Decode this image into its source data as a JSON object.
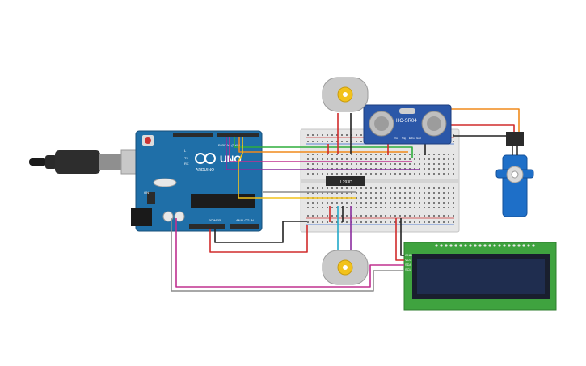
{
  "arduino": {
    "brand": "ARDUINO",
    "model": "UNO",
    "digital_label": "DIGITAL (PWM~)",
    "power_label": "POWER",
    "analog_label": "ANALOG IN",
    "tx_label": "TX",
    "rx_label": "RX",
    "l_label": "L",
    "on_label": "ON"
  },
  "driver_chip": {
    "label": "L293D"
  },
  "ultrasonic": {
    "label": "HC-SR04",
    "pins": [
      "Vcc",
      "Trig",
      "Echo",
      "Gnd"
    ]
  },
  "lcd": {
    "pins": [
      "GND",
      "VCC",
      "SDA",
      "SCL"
    ],
    "text": ""
  },
  "colors": {
    "arduino_blue": "#1f6fa8",
    "breadboard": "#e6e6e6",
    "wire_red": "#d12b2b",
    "wire_black": "#222222",
    "wire_orange": "#f08a1c",
    "wire_yellow": "#f2c21b",
    "wire_green": "#2eae3c",
    "wire_purple": "#8a2c9e",
    "wire_magenta": "#c0308f",
    "wire_gray": "#8c8c8c",
    "wire_cyan": "#22a9c9",
    "lcd_board": "#3fa33f",
    "lcd_screen": "#1f2d4f",
    "servo_blue": "#1e6fc8",
    "motor_gray": "#c9c9c9",
    "motor_hub": "#f2c21b"
  },
  "icons": [
    "usb-cable-icon",
    "dc-motor-icon",
    "servo-motor-icon",
    "arduino-logo-icon"
  ]
}
